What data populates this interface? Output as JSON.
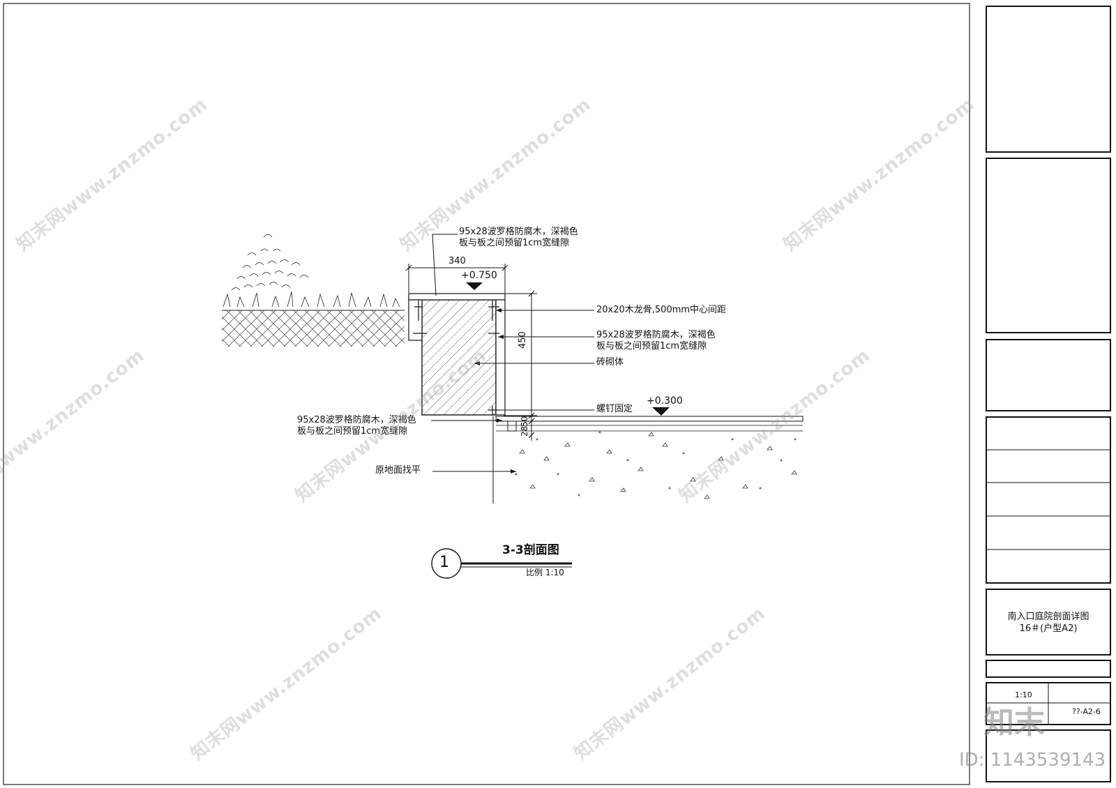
{
  "annotations": {
    "top_decking": [
      "95x28波罗格防腐木，深褐色",
      "板与板之间预留1cm宽缝隙"
    ],
    "keel": "20x20木龙骨,500mm中心间距",
    "side_decking": [
      "95x28波罗格防腐木，深褐色",
      "板与板之间预留1cm宽缝隙"
    ],
    "masonry": "砖砌体",
    "screw": "螺钉固定",
    "bottom_decking": [
      "95x28波罗格防腐木，深褐色",
      "板与板之间预留1cm宽缝隙"
    ],
    "ground": "原地面找平"
  },
  "dimensions": {
    "width_top": "340",
    "height": "450",
    "small_a": "50",
    "small_b": "28"
  },
  "elevations": {
    "top": "+0.750",
    "low": "+0.300"
  },
  "section_title": {
    "number": "1",
    "title": "3-3剖面图",
    "scale": "比例 1:10"
  },
  "title_block": {
    "drawing_name_line1": "南入口庭院剖面详图",
    "drawing_name_line2": "16＃(户型A2)",
    "scale": "1:10",
    "drawing_number": "??-A2-6"
  },
  "watermark": {
    "text": "知末网www.znzmo.com",
    "logo": "知末",
    "id": "ID: 1143539143"
  }
}
